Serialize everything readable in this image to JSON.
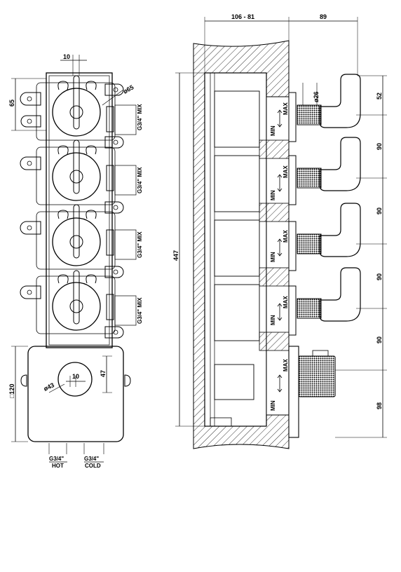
{
  "front_view": {
    "dimensions": {
      "top_offset": "10",
      "valve_spacing_side": "65",
      "valve_diameter": "ø65",
      "box_offset": "10",
      "box_height": "47",
      "box_diameter": "ø43",
      "box_square": "□120"
    },
    "outlet_labels": [
      "G3/4\" MIX",
      "G3/4\" MIX",
      "G3/4\" MIX",
      "G3/4\" MIX"
    ],
    "inlet_labels": {
      "hot_size": "G3/4\"",
      "hot": "HOT",
      "cold_size": "G3/4\"",
      "cold": "COLD"
    }
  },
  "side_view": {
    "dimensions": {
      "wall_depth": "106 - 81",
      "projection": "89",
      "total_height": "447",
      "knob_diameter": "ø26",
      "spacings": [
        "52",
        "90",
        "90",
        "90",
        "90",
        "98"
      ]
    },
    "flow_labels": {
      "min": "MIN",
      "max": "MAX"
    }
  },
  "colors": {
    "line": "#000000",
    "background": "#ffffff"
  }
}
